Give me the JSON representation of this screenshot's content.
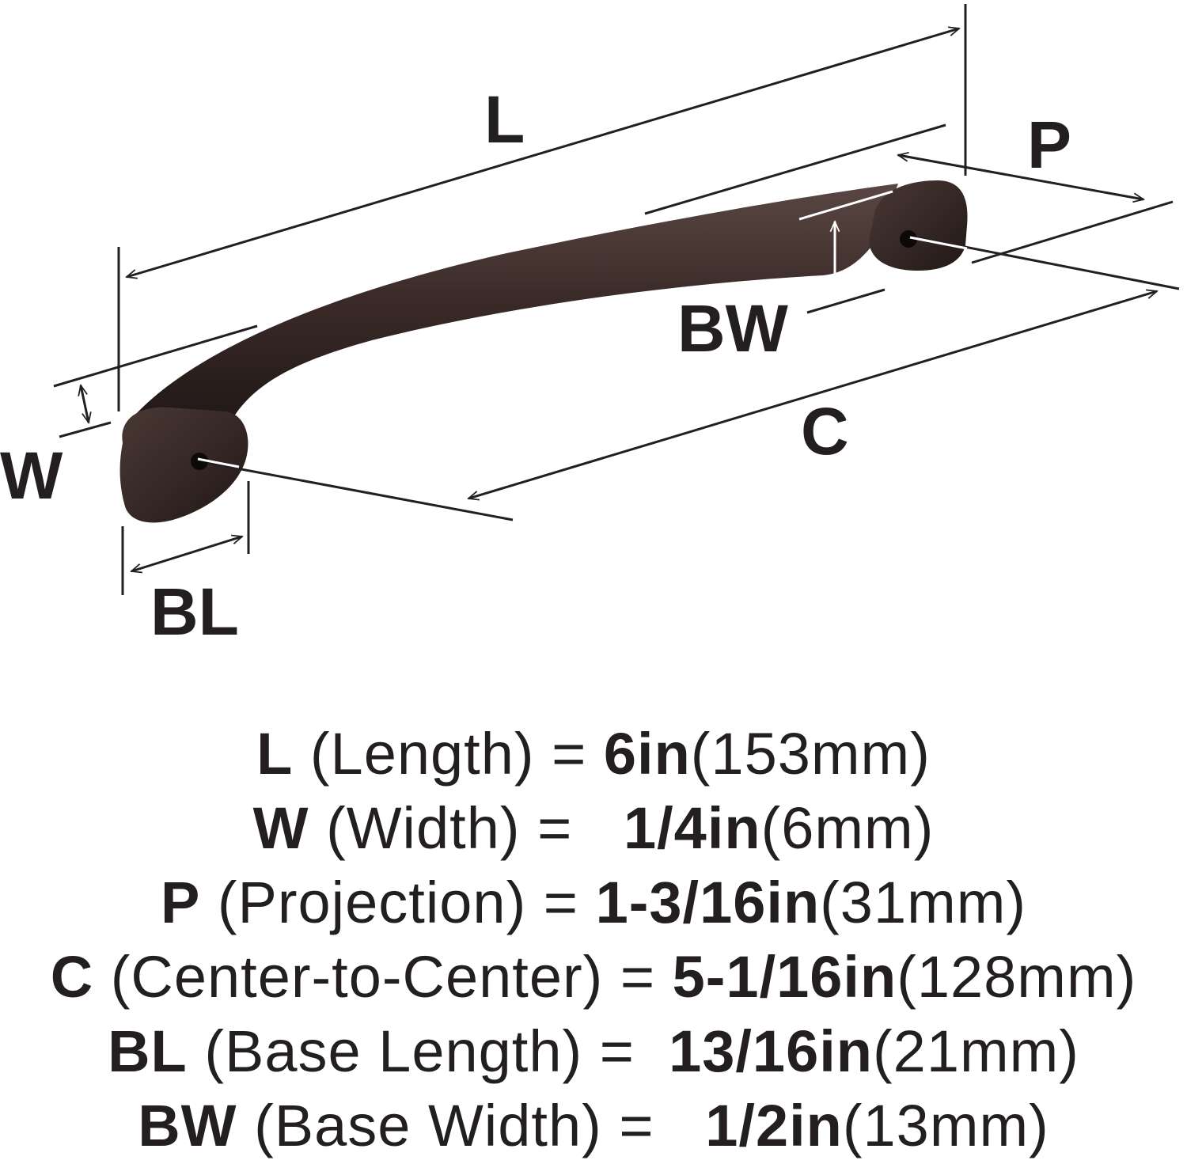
{
  "dimension_letters": {
    "L": "L",
    "P": "P",
    "BW": "BW",
    "C": "C",
    "W": "W",
    "BL": "BL"
  },
  "specs": [
    {
      "code": "L",
      "label": "(Length) =",
      "value": "6in",
      "metric": "(153mm)"
    },
    {
      "code": "W",
      "label": "(Width) =",
      "value": "1/4in",
      "metric": "(6mm)"
    },
    {
      "code": "P",
      "label": "(Projection) =",
      "value": "1-3/16in",
      "metric": "(31mm)"
    },
    {
      "code": "C",
      "label": "(Center-to-Center) =",
      "value": "5-1/16in",
      "metric": "(128mm)"
    },
    {
      "code": "BL",
      "label": "(Base Length) =",
      "value": "13/16in",
      "metric": "(21mm)"
    },
    {
      "code": "BW",
      "label": "(Base Width) =",
      "value": "1/2in",
      "metric": "(13mm)"
    }
  ],
  "colors": {
    "finish": "#3a2a27",
    "line": "#231f20",
    "background": "#ffffff"
  }
}
